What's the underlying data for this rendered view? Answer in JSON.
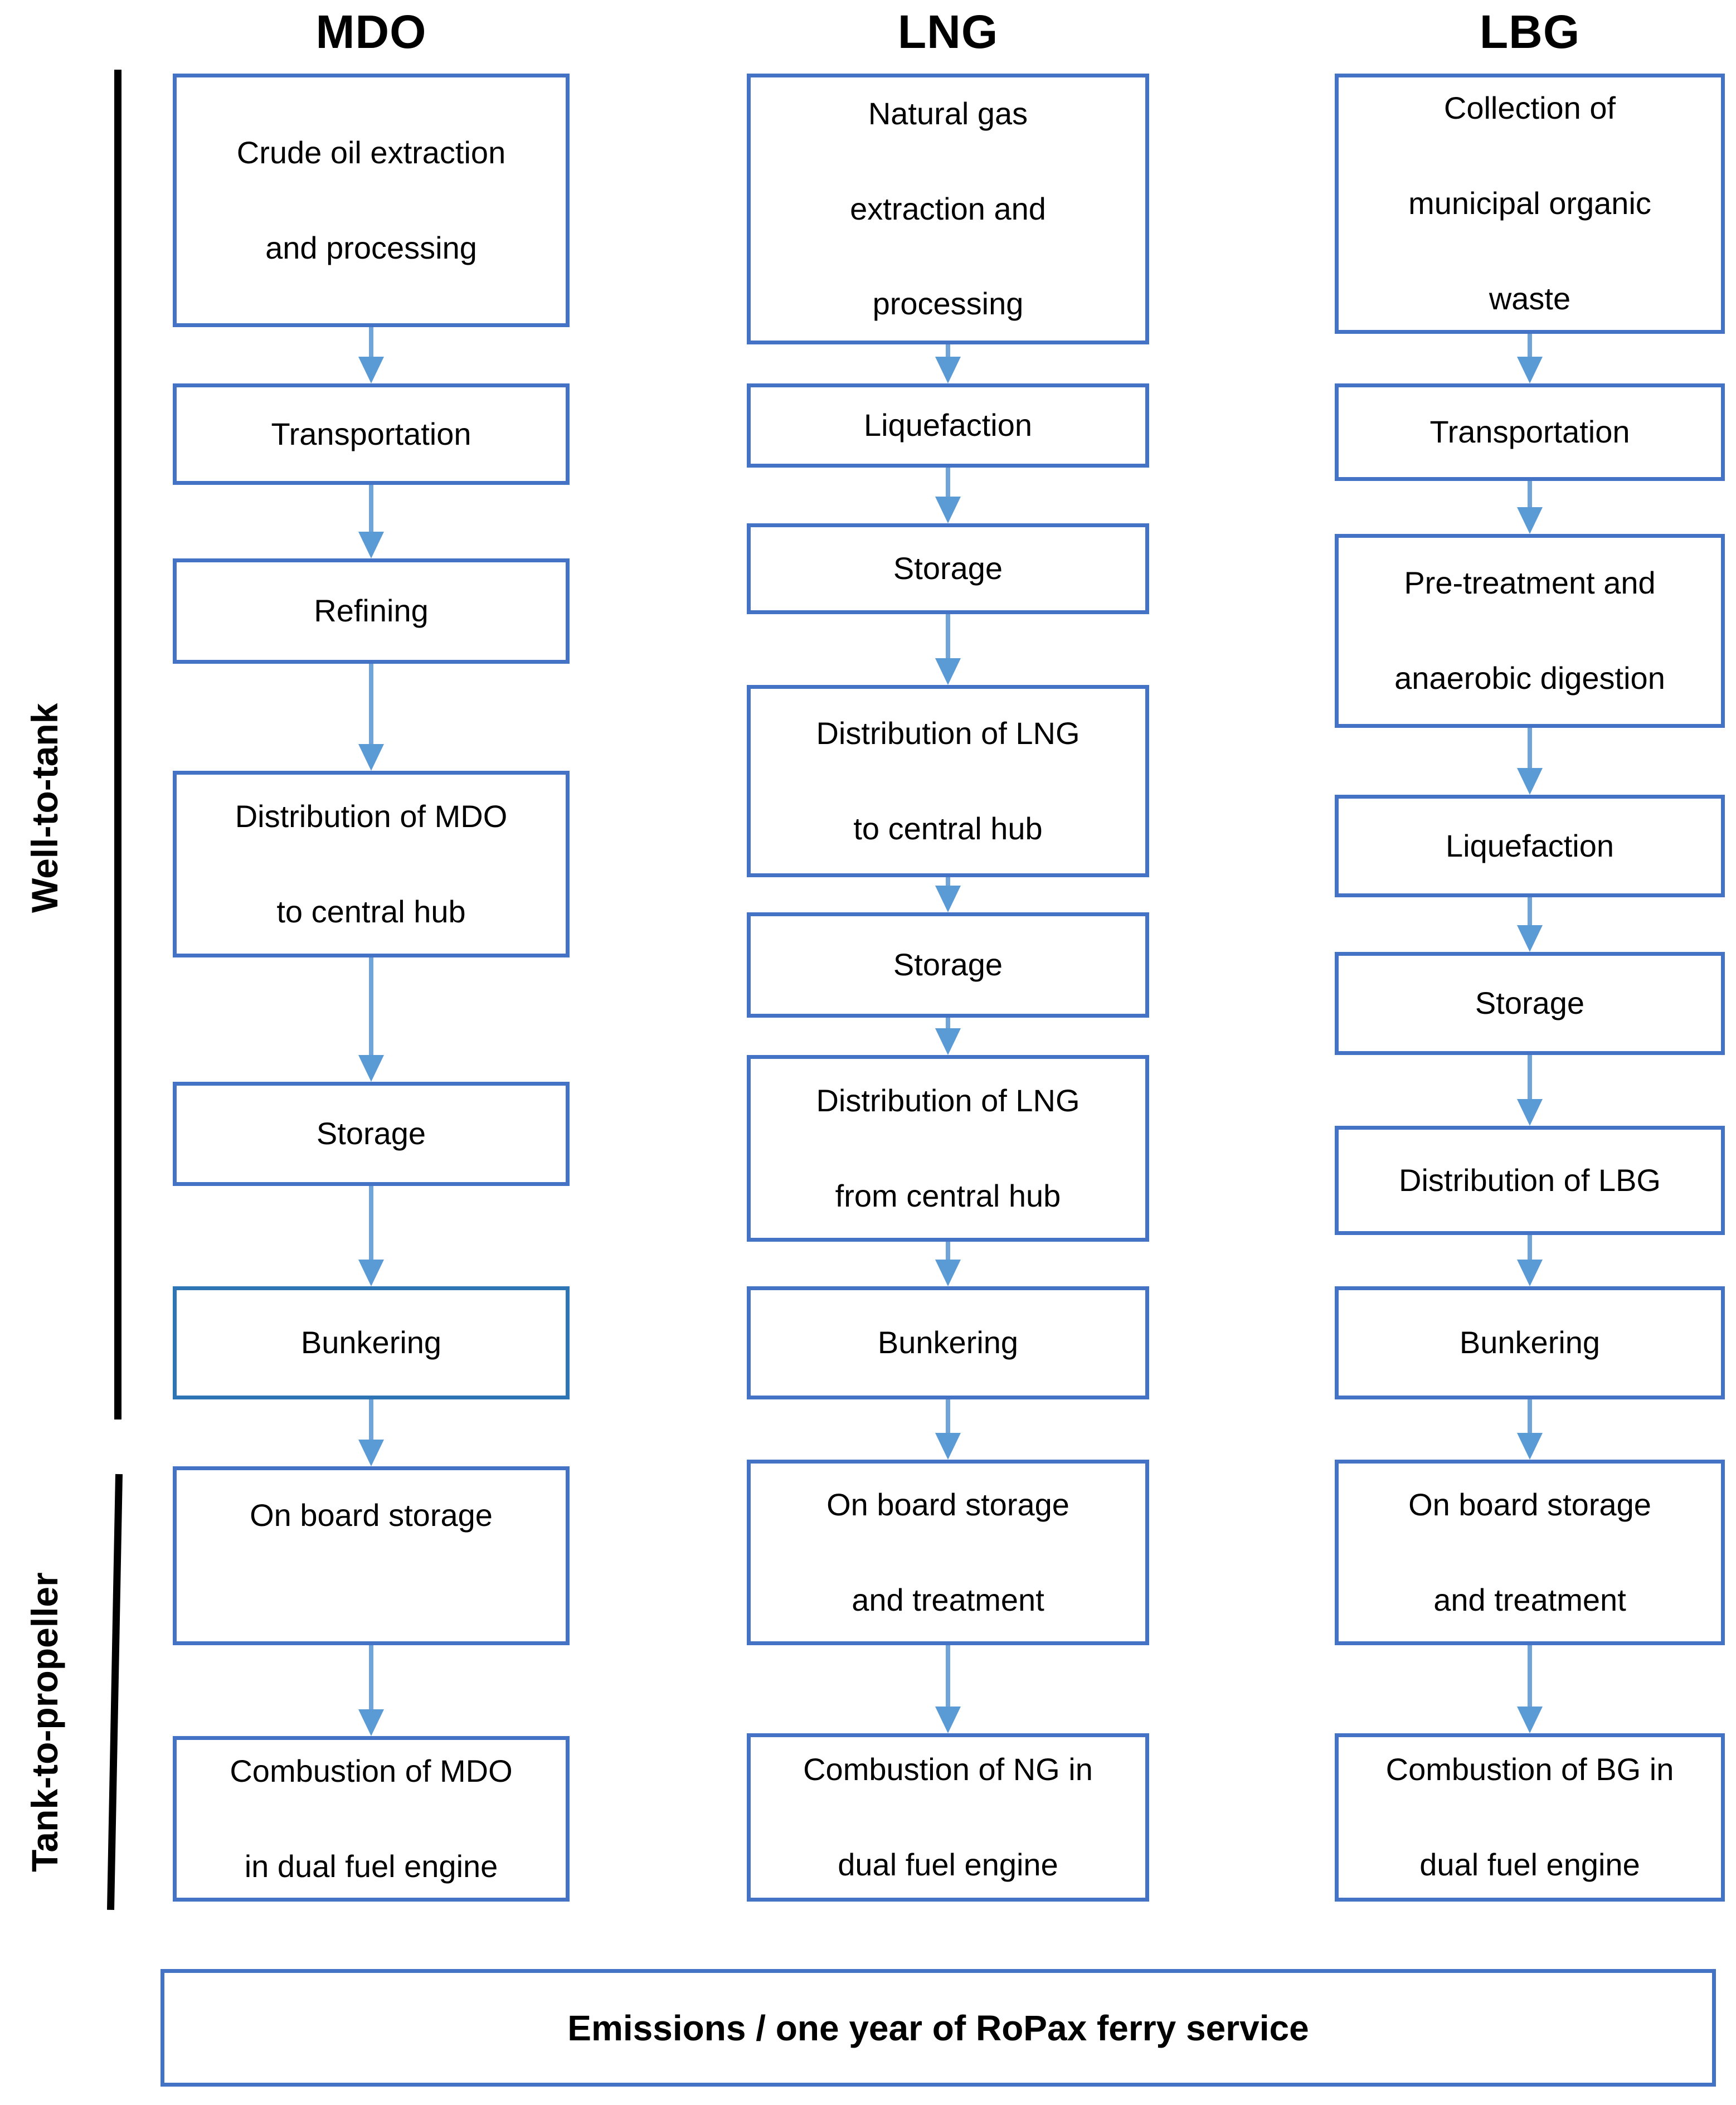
{
  "columns": [
    {
      "header": "MDO",
      "boxes": [
        {
          "lines": [
            "Crude oil extraction",
            "and processing"
          ]
        },
        {
          "lines": [
            "Transportation"
          ]
        },
        {
          "lines": [
            "Refining"
          ]
        },
        {
          "lines": [
            "Distribution of MDO",
            "to central hub"
          ]
        },
        {
          "lines": [
            "Storage"
          ]
        },
        {
          "lines": [
            "Bunkering"
          ]
        },
        {
          "lines": [
            "On board storage"
          ]
        },
        {
          "lines": [
            "Combustion of MDO",
            "in dual fuel engine"
          ]
        }
      ]
    },
    {
      "header": "LNG",
      "boxes": [
        {
          "lines": [
            "Natural gas",
            "extraction and",
            "processing"
          ]
        },
        {
          "lines": [
            "Liquefaction"
          ]
        },
        {
          "lines": [
            "Storage"
          ]
        },
        {
          "lines": [
            "Distribution of LNG",
            "to central hub"
          ]
        },
        {
          "lines": [
            "Storage"
          ]
        },
        {
          "lines": [
            "Distribution of LNG",
            "from central hub"
          ]
        },
        {
          "lines": [
            "Bunkering"
          ]
        },
        {
          "lines": [
            "On board storage",
            "and treatment"
          ]
        },
        {
          "lines": [
            "Combustion of NG in",
            "dual fuel engine"
          ]
        }
      ]
    },
    {
      "header": "LBG",
      "boxes": [
        {
          "lines": [
            "Collection of",
            "municipal organic",
            "waste"
          ]
        },
        {
          "lines": [
            "Transportation"
          ]
        },
        {
          "lines": [
            "Pre-treatment and",
            "anaerobic digestion"
          ]
        },
        {
          "lines": [
            "Liquefaction"
          ]
        },
        {
          "lines": [
            "Storage"
          ]
        },
        {
          "lines": [
            "Distribution of LBG"
          ]
        },
        {
          "lines": [
            "Bunkering"
          ]
        },
        {
          "lines": [
            "On board storage",
            "and treatment"
          ]
        },
        {
          "lines": [
            "Combustion of BG in",
            "dual fuel engine"
          ]
        }
      ]
    }
  ],
  "side_labels": {
    "well_to_tank": "Well-to-tank",
    "tank_to_propeller": "Tank-to-propeller"
  },
  "footer": {
    "text": "Emissions / one year of RoPax ferry service"
  },
  "colors": {
    "box_border": "#4472C4",
    "mdo_bunkering_border": "#2E75B6",
    "arrow_head": "#5B9BD5",
    "arrow_stem": "#71A4D9",
    "bracket": "#000000",
    "text": "#000000"
  }
}
